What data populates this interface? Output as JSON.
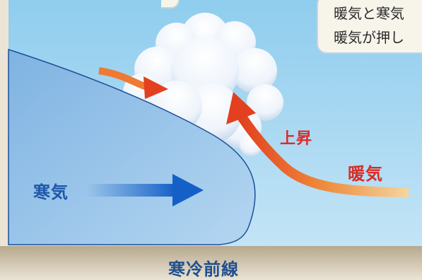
{
  "labels": {
    "cold_air": "寒気",
    "warm_air": "暖気",
    "rising": "上昇",
    "front_name": "寒冷前線"
  },
  "note_lines": [
    "暖気と寒気",
    "暖気が押し"
  ],
  "colors": {
    "cold_label": "#1e57a8",
    "warm_label": "#d92c27",
    "front_label": "#1f4f8f",
    "sky": "#9fd3ef",
    "cold_mass": "#8fbde6",
    "ground": "#c2b49c"
  }
}
